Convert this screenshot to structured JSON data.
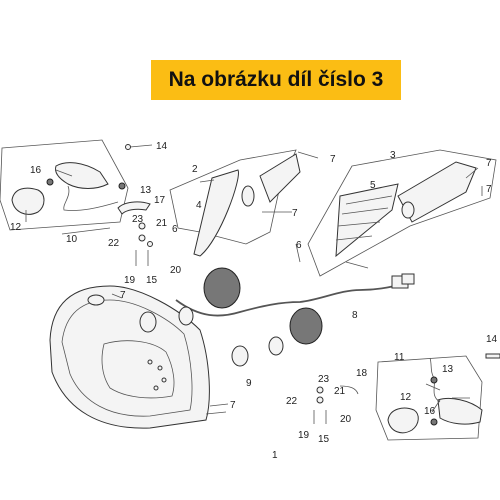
{
  "banner": {
    "text": "Na obrázku díl číslo 3",
    "background": "#fbbd14"
  },
  "callouts": [
    "1",
    "2",
    "3",
    "4",
    "5",
    "6",
    "7",
    "8",
    "9",
    "10",
    "11",
    "12",
    "13",
    "14",
    "15",
    "16",
    "17",
    "19",
    "20",
    "21",
    "22",
    "23",
    "18"
  ],
  "labels": {
    "n1": "1",
    "n2": "2",
    "n3": "3",
    "n4": "4",
    "n5": "5",
    "n6a": "6",
    "n6b": "6",
    "n7a": "7",
    "n7b": "7",
    "n7c": "7",
    "n7d": "7",
    "n7e": "7",
    "n7f": "7",
    "n8": "8",
    "n9": "9",
    "n10": "10",
    "n11": "11",
    "n12a": "12",
    "n12b": "12",
    "n13a": "13",
    "n13b": "13",
    "n14a": "14",
    "n14b": "14",
    "n15a": "15",
    "n15b": "15",
    "n16a": "16",
    "n16b": "16",
    "n17": "17",
    "n18": "18",
    "n19a": "19",
    "n19b": "19",
    "n20a": "20",
    "n20b": "20",
    "n21a": "21",
    "n21b": "21",
    "n22a": "22",
    "n22b": "22",
    "n23a": "23",
    "n23b": "23"
  }
}
